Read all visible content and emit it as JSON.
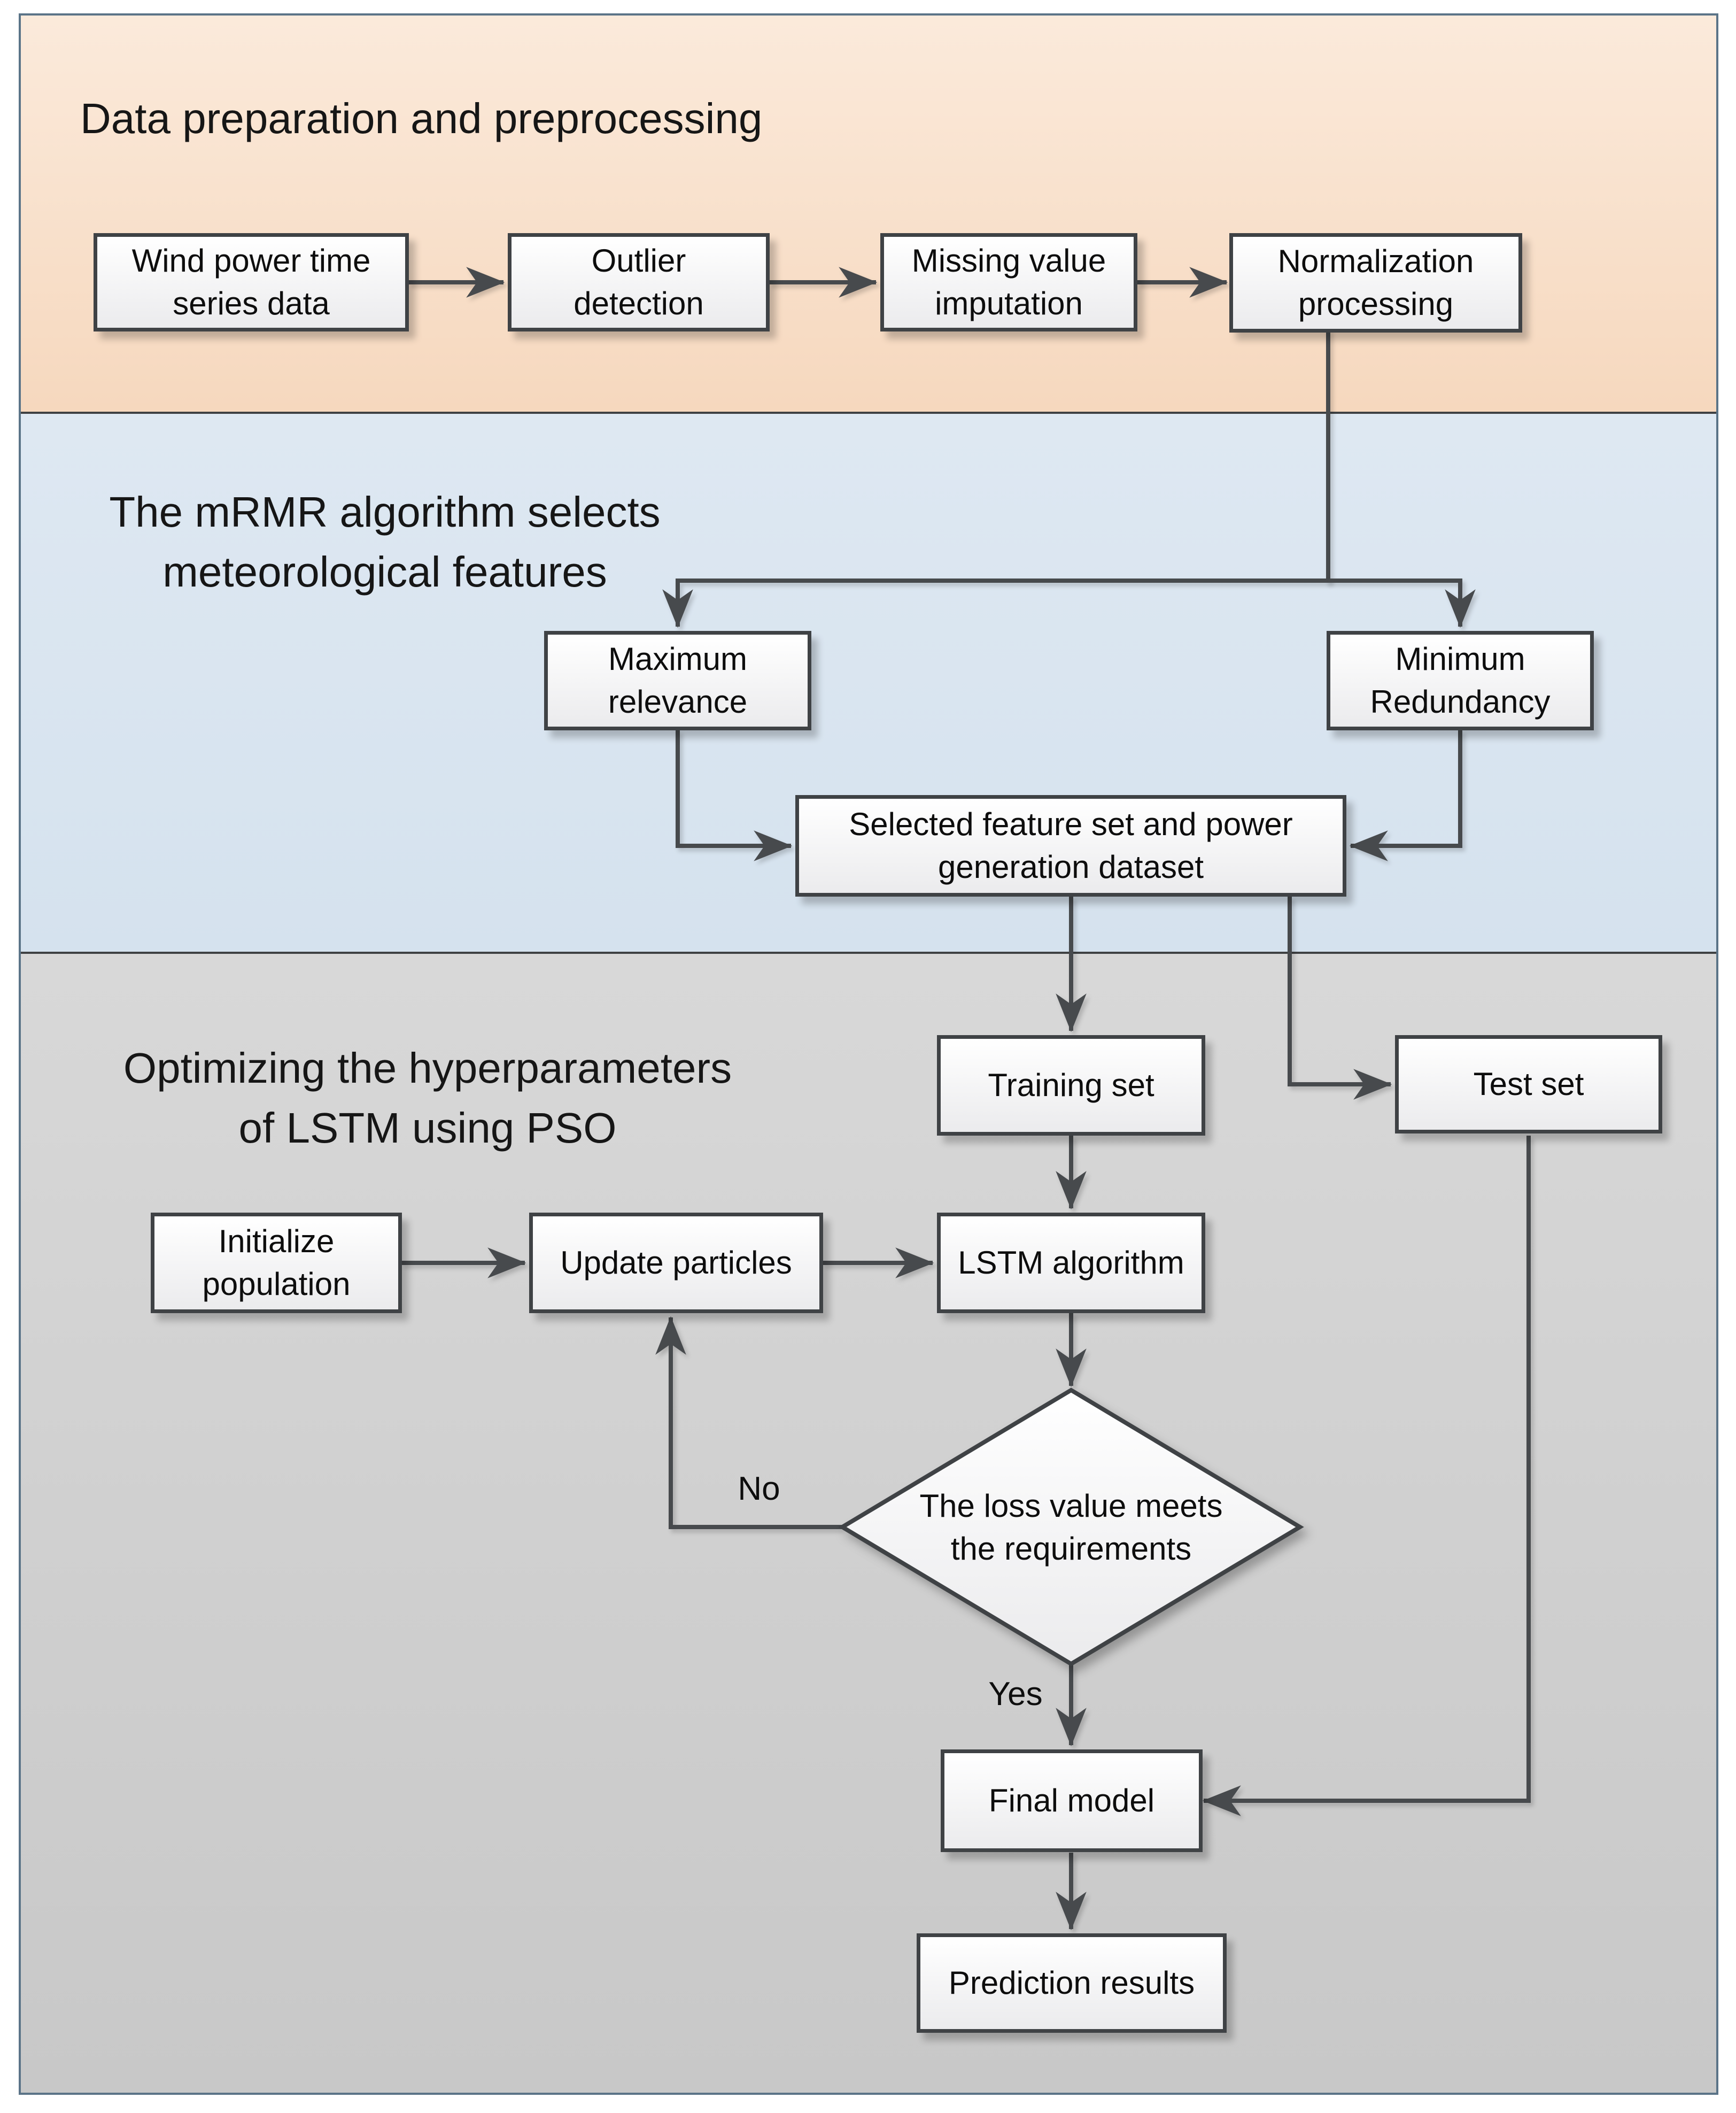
{
  "diagram": {
    "sections": {
      "prep": {
        "title": "Data preparation and preprocessing"
      },
      "mrmr": {
        "title": "The mRMR algorithm selects\nmeteorological features"
      },
      "pso": {
        "title": "Optimizing the hyperparameters\nof LSTM using PSO"
      }
    },
    "nodes": {
      "wind": {
        "label": "Wind power time\nseries data"
      },
      "outlier": {
        "label": "Outlier\ndetection"
      },
      "missing": {
        "label": "Missing value\nimputation"
      },
      "normalization": {
        "label": "Normalization\nprocessing"
      },
      "max_relevance": {
        "label": "Maximum\nrelevance"
      },
      "min_redundancy": {
        "label": "Minimum\nRedundancy"
      },
      "selected_set": {
        "label": "Selected feature set and power\ngeneration dataset"
      },
      "training_set": {
        "label": "Training set"
      },
      "test_set": {
        "label": "Test set"
      },
      "initialize_population": {
        "label": "Initialize\npopulation"
      },
      "update_particles": {
        "label": "Update particles"
      },
      "lstm": {
        "label": "LSTM algorithm"
      },
      "loss_decision": {
        "label": "The loss value meets\nthe requirements"
      },
      "final_model": {
        "label": "Final model"
      },
      "prediction_results": {
        "label": "Prediction results"
      }
    },
    "edge_labels": {
      "no": "No",
      "yes": "Yes"
    }
  },
  "colors": {
    "page_bg": "#ffffff",
    "frame_border": "#5b7488",
    "divider": "#3f4143",
    "section_prep_top": "#fbeadb",
    "section_prep_bottom": "#f6d8be",
    "section_mrmr_top": "#dee8f2",
    "section_mrmr_bottom": "#d5e2ee",
    "section_pso_top": "#d8d8d8",
    "section_pso_bottom": "#c8c8c8",
    "box_top": "#ffffff",
    "box_bottom": "#ebebed",
    "box_border": "#3f4245",
    "line": "#474a4d",
    "text": "#0d0d0d",
    "title_text": "#161616"
  }
}
